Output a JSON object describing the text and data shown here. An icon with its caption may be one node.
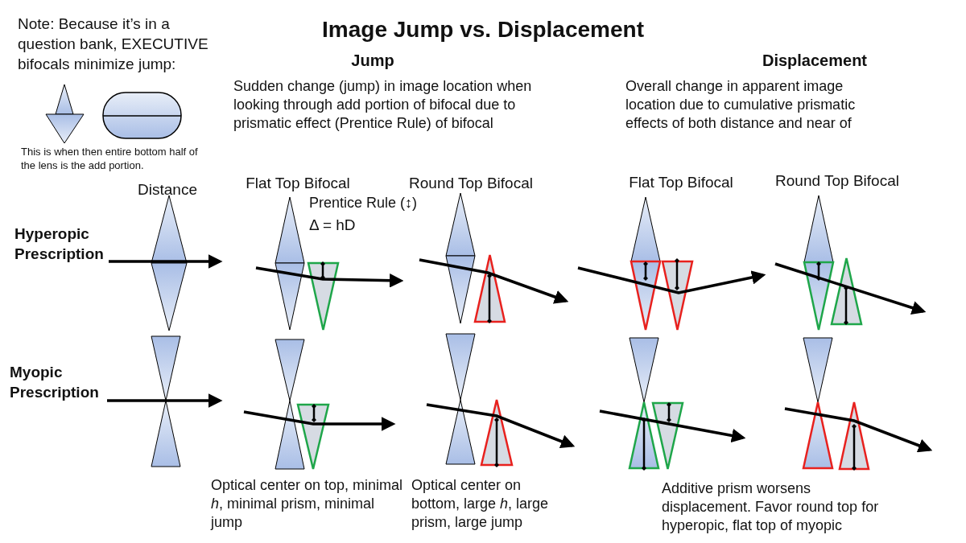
{
  "diagram": {
    "title": "Image Jump vs. Displacement",
    "labels": [
      "Note: Because it’s in a question bank, EXECUTIVE bifocals minimize jump:",
      "Jump",
      "Displacement",
      "Sudden change (jump) in image location when looking through add portion of bifocal due to prismatic effect (Prentice Rule) of bifocal",
      "Overall change in apparent image location due to cumulative prismatic effects of both distance and near of",
      "This is when then entire bottom half of the lens is the add portion.",
      "Distance",
      "Flat Top Bifocal",
      "Round Top Bifocal",
      "Flat Top Bifocal",
      "Round Top Bifocal",
      "Prentice Rule (↕)",
      "Δ = hD",
      "Hyperopic Prescription",
      "Myopic Prescription",
      "Optical center on top, minimal *h*, minimal prism, minimal jump",
      "Optical center on bottom, large *h*, large prism, large jump",
      "Additive prism worsens displacement. Favor round top for hyperopic, flat top of myopic"
    ]
  }
}
